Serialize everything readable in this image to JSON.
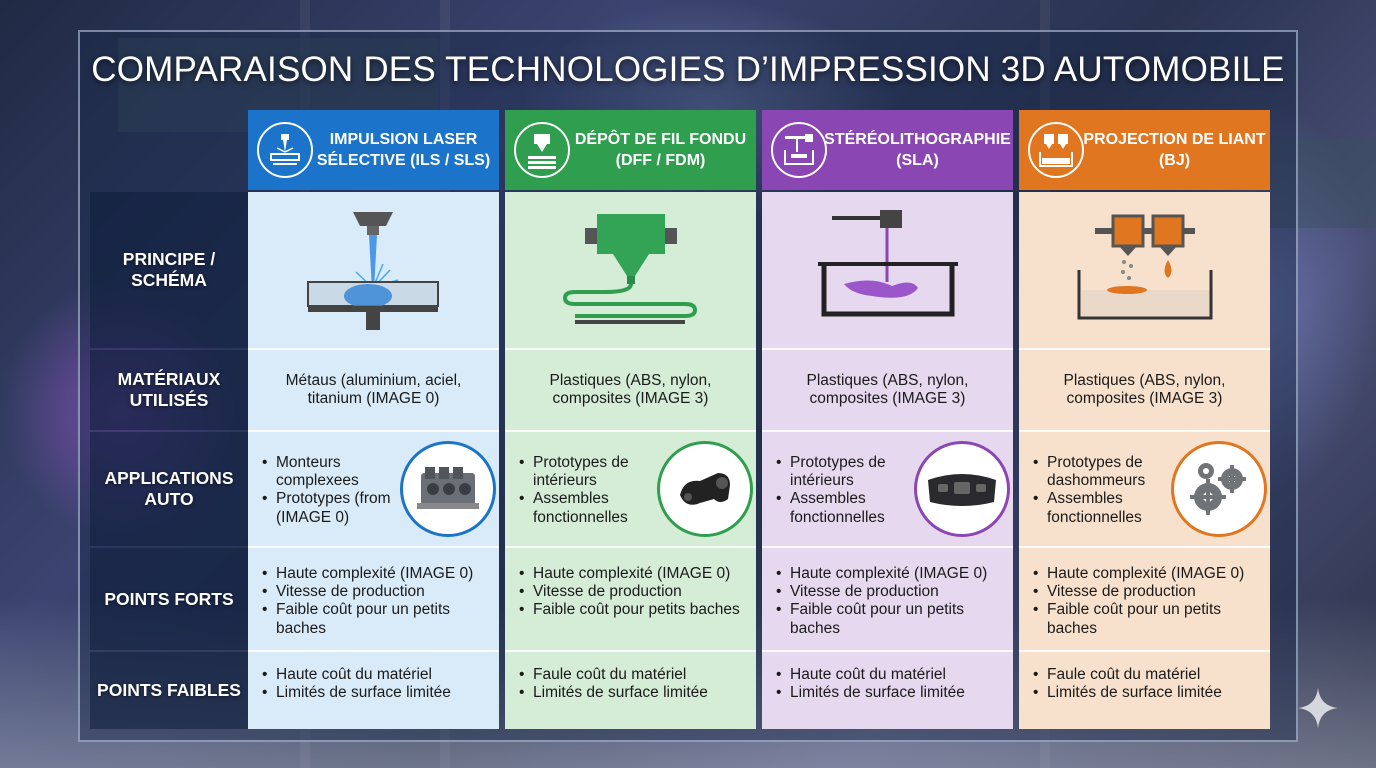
{
  "title": "COMPARAISON DES TECHNOLOGIES D’IMPRESSION 3D AUTOMOBILE",
  "row_labels": {
    "principe": "PRINCIPE /\nSCHÉMA",
    "materiaux": "MATÉRIAUX\nUTILISÉS",
    "applications": "APPLICATIONS\nAUTO",
    "forts": "POINTS FORTS",
    "faibles": "POINTS FAIBLES"
  },
  "colors": {
    "sls_head": "#1b74c9",
    "sls_body": "#d9ebf8",
    "fdm_head": "#2f9e4e",
    "fdm_body": "#d5ecd6",
    "sla_head": "#8a46b3",
    "sla_body": "#e6d8ef",
    "bj_head": "#e0761f",
    "bj_body": "#f8e1cc"
  },
  "columns": [
    {
      "title": "IMPULSION LASER SÉLECTIVE (ILS / SLS)",
      "icon": "laser-icon",
      "materials": "Métaus (aluminium, aciel, titanium (IMAGE 0)",
      "applications": [
        "Monteurs complexees",
        "Prototypes (from (IMAGE 0)"
      ],
      "application_image": "engine-block-image",
      "strengths": [
        "Haute complexité (IMAGE 0)",
        "Vitesse de production",
        "Faible coût pour un petits baches"
      ],
      "weaknesses": [
        "Haute coût du matériel",
        "Limités de surface limitée"
      ]
    },
    {
      "title": "DÉPÔT DE FIL FONDU (DFF / FDM)",
      "icon": "extruder-icon",
      "materials": "Plastiques (ABS, nylon, composites (IMAGE 3)",
      "applications": [
        "Prototypes de intérieurs",
        "Assembles fonctionnelles"
      ],
      "application_image": "duct-part-image",
      "strengths": [
        "Haute complexité (IMAGE 0)",
        "Vitesse de production",
        "Faible coût pour petits baches"
      ],
      "weaknesses": [
        "Faule coût du matériel",
        "Limités de surface limitée"
      ]
    },
    {
      "title": "STÉRÉOLITHOGRAPHIE (SLA)",
      "icon": "resin-vat-icon",
      "materials": "Plastiques (ABS, nylon, composites (IMAGE 3)",
      "applications": [
        "Prototypes de intérieurs",
        "Assembles fonctionnelles"
      ],
      "application_image": "dashboard-image",
      "strengths": [
        "Haute complexité (IMAGE 0)",
        "Vitesse de production",
        "Faible coût pour un petits baches"
      ],
      "weaknesses": [
        "Haute coût du matériel",
        "Limités de surface limitée"
      ]
    },
    {
      "title": "PROJECTION DE LIANT (BJ)",
      "icon": "binder-jet-icon",
      "materials": "Plastiques (ABS, nylon, composites (IMAGE 3)",
      "applications": [
        "Prototypes de dashommeurs",
        "Assembles fonctionnelles"
      ],
      "application_image": "gears-image",
      "strengths": [
        "Haute complexité (IMAGE 0)",
        "Vitesse de production",
        "Faible coût pour un petits baches"
      ],
      "weaknesses": [
        "Faule coût du matériel",
        "Limités de surface limitée"
      ]
    }
  ]
}
